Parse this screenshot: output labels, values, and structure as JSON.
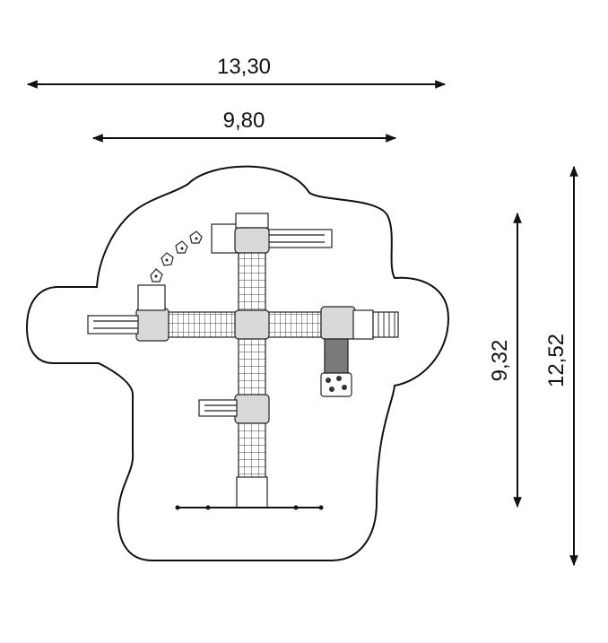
{
  "dimensions": {
    "overall_width": "13,30",
    "structure_width": "9,80",
    "structure_depth": "9,32",
    "overall_depth": "12,52"
  },
  "colors": {
    "line": "#111111",
    "slide_fill": "#7a7a7a",
    "panel_fill": "#d9d9d9"
  }
}
